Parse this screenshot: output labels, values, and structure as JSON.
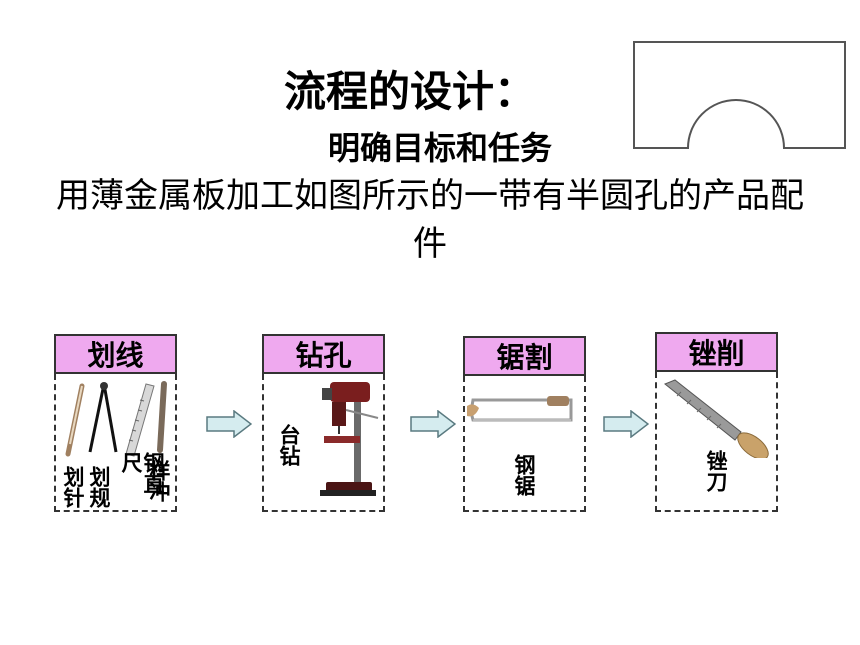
{
  "title": "流程的设计：",
  "subtitle": "明确目标和任务",
  "description": "用薄金属板加工如图所示的一带有半圆孔的产品配件",
  "steps": [
    {
      "label": "划线",
      "tools": [
        "划针",
        "划规",
        "钢直尺",
        "样冲"
      ]
    },
    {
      "label": "钻孔",
      "tools": [
        "台钻"
      ]
    },
    {
      "label": "锯割",
      "tools": [
        "钢锯"
      ]
    },
    {
      "label": "锉削",
      "tools": [
        "锉刀"
      ]
    }
  ],
  "colors": {
    "label_fill": "#efa9ef",
    "arrow_fill": "#d5ecef",
    "arrow_stroke": "#5a7a80"
  }
}
